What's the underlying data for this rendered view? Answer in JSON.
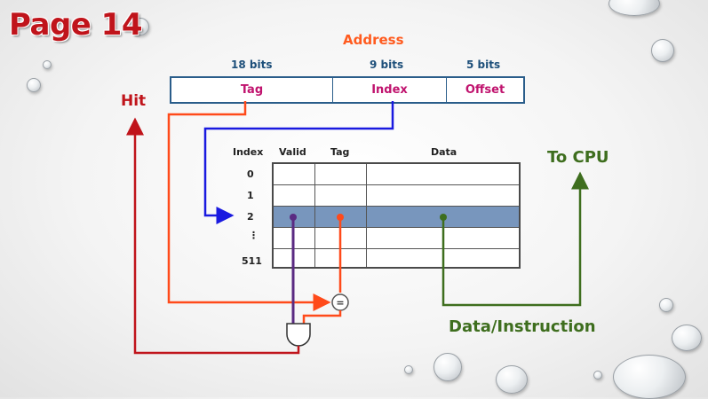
{
  "page_title": "Page 14",
  "address": {
    "title": "Address",
    "bits": {
      "tag": "18 bits",
      "index": "9 bits",
      "offset": "5 bits"
    },
    "fields": {
      "tag": "Tag",
      "index": "Index",
      "offset": "Offset"
    }
  },
  "table": {
    "headers": {
      "index": "Index",
      "valid": "Valid",
      "tag": "Tag",
      "data": "Data"
    },
    "row_indices": [
      "0",
      "1",
      "2",
      "⋮",
      "511"
    ],
    "highlighted_row": 2
  },
  "labels": {
    "hit": "Hit",
    "to_cpu": "To CPU",
    "data_instruction": "Data/Instruction",
    "comparator": "="
  },
  "colors": {
    "title_red": "#c0141b",
    "address_orange": "#ff5b1f",
    "bits_blue": "#1d4f7a",
    "field_magenta": "#c0136e",
    "highlight_row": "#7896bd",
    "index_wire": "#1a1ae0",
    "tag_wire": "#ff4a1a",
    "valid_wire": "#5a2a82",
    "data_wire": "#3e6e1e",
    "hit_wire": "#c0141b"
  }
}
